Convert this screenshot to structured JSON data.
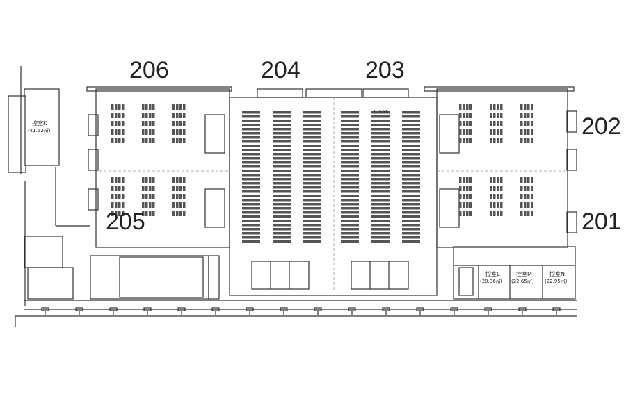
{
  "rooms": {
    "r206": "206",
    "r204": "204",
    "r203": "203",
    "r202": "202",
    "r205": "205",
    "r201": "201"
  },
  "waiting_rooms": {
    "k": {
      "name": "控室K",
      "area": "(41.52㎡)"
    },
    "l": {
      "name": "控室L",
      "area": "(20.36㎡)"
    },
    "m": {
      "name": "控室M",
      "area": "(22.65㎡)"
    },
    "n": {
      "name": "控室N",
      "area": "(22.95㎡)"
    }
  },
  "dimension": "12555",
  "colors": {
    "line": "#333333",
    "seat": "#555555",
    "dash": "#999999"
  }
}
